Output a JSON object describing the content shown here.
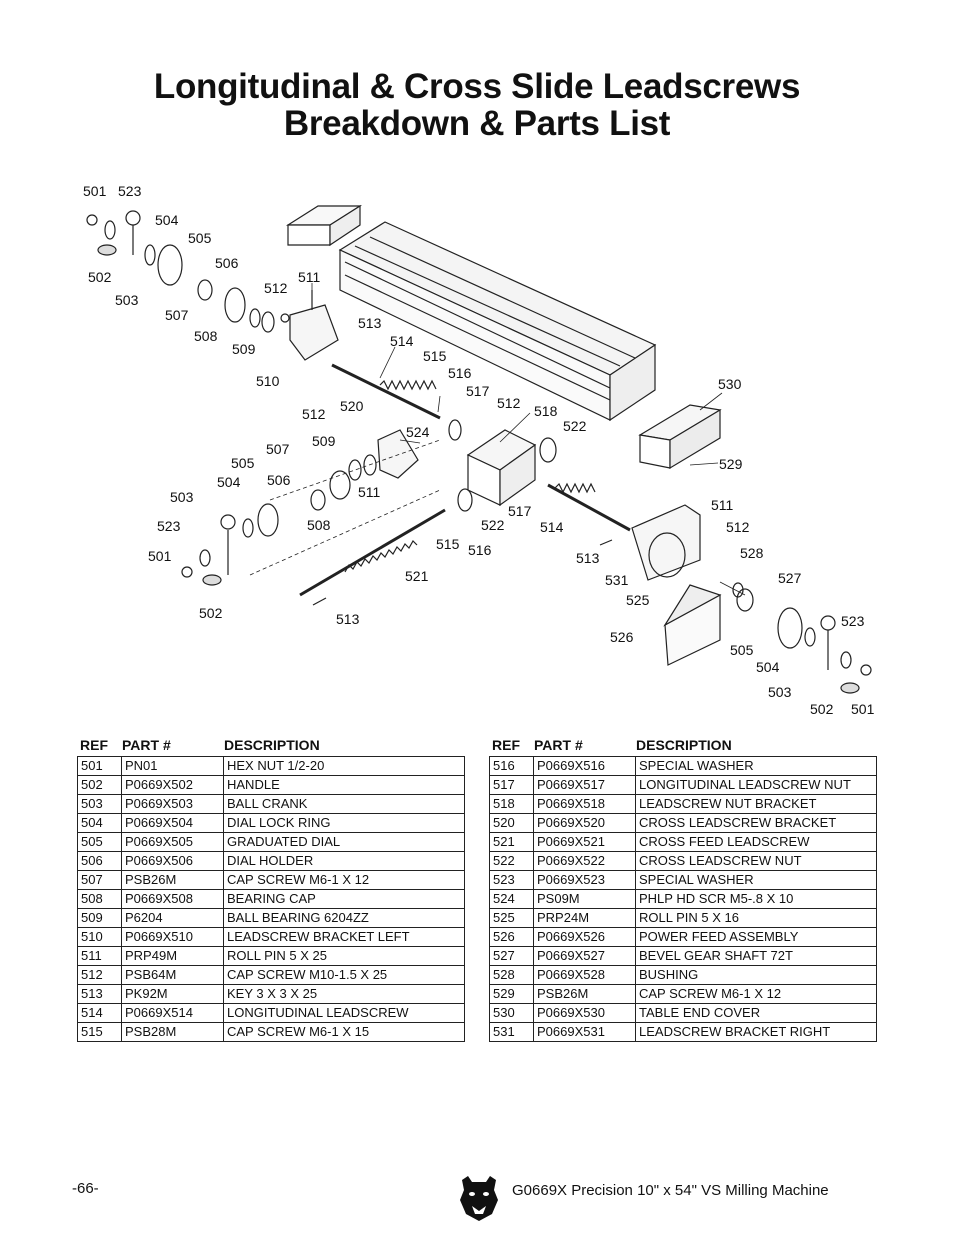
{
  "page": {
    "title_line1": "Longitudinal & Cross Slide Leadscrews",
    "title_line2": "Breakdown & Parts List",
    "page_number": "-66-",
    "footer_title": "G0669X Precision 10\" x 54\" VS Milling Machine"
  },
  "diagram_labels": [
    {
      "id": "l501a",
      "text": "501"
    },
    {
      "id": "l523a",
      "text": "523"
    },
    {
      "id": "l504a",
      "text": "504"
    },
    {
      "id": "l505a",
      "text": "505"
    },
    {
      "id": "l502a",
      "text": "502"
    },
    {
      "id": "l506a",
      "text": "506"
    },
    {
      "id": "l503a",
      "text": "503"
    },
    {
      "id": "l511a",
      "text": "511"
    },
    {
      "id": "l512a",
      "text": "512"
    },
    {
      "id": "l507a",
      "text": "507"
    },
    {
      "id": "l508a",
      "text": "508"
    },
    {
      "id": "l509a",
      "text": "509"
    },
    {
      "id": "l513a",
      "text": "513"
    },
    {
      "id": "l514a",
      "text": "514"
    },
    {
      "id": "l510a",
      "text": "510"
    },
    {
      "id": "l515a",
      "text": "515"
    },
    {
      "id": "l516a",
      "text": "516"
    },
    {
      "id": "l517a",
      "text": "517"
    },
    {
      "id": "l512b",
      "text": "512"
    },
    {
      "id": "l518a",
      "text": "518"
    },
    {
      "id": "l520a",
      "text": "520"
    },
    {
      "id": "l512c",
      "text": "512"
    },
    {
      "id": "l524a",
      "text": "524"
    },
    {
      "id": "l522a",
      "text": "522"
    },
    {
      "id": "l530a",
      "text": "530"
    },
    {
      "id": "l509b",
      "text": "509"
    },
    {
      "id": "l507b",
      "text": "507"
    },
    {
      "id": "l505b",
      "text": "505"
    },
    {
      "id": "l506b",
      "text": "506"
    },
    {
      "id": "l504b",
      "text": "504"
    },
    {
      "id": "l511b",
      "text": "511"
    },
    {
      "id": "l503b",
      "text": "503"
    },
    {
      "id": "l529a",
      "text": "529"
    },
    {
      "id": "l517b",
      "text": "517"
    },
    {
      "id": "l508b",
      "text": "508"
    },
    {
      "id": "l511c",
      "text": "511"
    },
    {
      "id": "l523b",
      "text": "523"
    },
    {
      "id": "l522b",
      "text": "522"
    },
    {
      "id": "l514b",
      "text": "514"
    },
    {
      "id": "l512d",
      "text": "512"
    },
    {
      "id": "l515b",
      "text": "515"
    },
    {
      "id": "l516b",
      "text": "516"
    },
    {
      "id": "l528a",
      "text": "528"
    },
    {
      "id": "l501b",
      "text": "501"
    },
    {
      "id": "l513b",
      "text": "513"
    },
    {
      "id": "l527a",
      "text": "527"
    },
    {
      "id": "l531a",
      "text": "531"
    },
    {
      "id": "l521a",
      "text": "521"
    },
    {
      "id": "l525a",
      "text": "525"
    },
    {
      "id": "l502b",
      "text": "502"
    },
    {
      "id": "l513c",
      "text": "513"
    },
    {
      "id": "l523c",
      "text": "523"
    },
    {
      "id": "l526a",
      "text": "526"
    },
    {
      "id": "l505c",
      "text": "505"
    },
    {
      "id": "l504c",
      "text": "504"
    },
    {
      "id": "l503c",
      "text": "503"
    },
    {
      "id": "l502c",
      "text": "502"
    },
    {
      "id": "l501c",
      "text": "501"
    }
  ],
  "table_headers": {
    "ref": "REF",
    "part": "PART #",
    "desc": "DESCRIPTION"
  },
  "parts_left": [
    {
      "ref": "501",
      "part": "PN01",
      "desc": "HEX NUT 1/2-20"
    },
    {
      "ref": "502",
      "part": "P0669X502",
      "desc": "HANDLE"
    },
    {
      "ref": "503",
      "part": "P0669X503",
      "desc": "BALL CRANK"
    },
    {
      "ref": "504",
      "part": "P0669X504",
      "desc": "DIAL LOCK RING"
    },
    {
      "ref": "505",
      "part": "P0669X505",
      "desc": "GRADUATED DIAL"
    },
    {
      "ref": "506",
      "part": "P0669X506",
      "desc": "DIAL HOLDER"
    },
    {
      "ref": "507",
      "part": "PSB26M",
      "desc": "CAP SCREW M6-1 X 12"
    },
    {
      "ref": "508",
      "part": "P0669X508",
      "desc": "BEARING CAP"
    },
    {
      "ref": "509",
      "part": "P6204",
      "desc": "BALL BEARING 6204ZZ"
    },
    {
      "ref": "510",
      "part": "P0669X510",
      "desc": "LEADSCREW BRACKET LEFT"
    },
    {
      "ref": "511",
      "part": "PRP49M",
      "desc": "ROLL PIN 5 X 25"
    },
    {
      "ref": "512",
      "part": "PSB64M",
      "desc": "CAP SCREW M10-1.5 X 25"
    },
    {
      "ref": "513",
      "part": "PK92M",
      "desc": "KEY 3 X 3 X 25"
    },
    {
      "ref": "514",
      "part": "P0669X514",
      "desc": "LONGITUDINAL LEADSCREW"
    },
    {
      "ref": "515",
      "part": "PSB28M",
      "desc": "CAP SCREW M6-1 X 15"
    }
  ],
  "parts_right": [
    {
      "ref": "516",
      "part": "P0669X516",
      "desc": "SPECIAL WASHER"
    },
    {
      "ref": "517",
      "part": "P0669X517",
      "desc": "LONGITUDINAL LEADSCREW NUT"
    },
    {
      "ref": "518",
      "part": "P0669X518",
      "desc": "LEADSCREW NUT BRACKET"
    },
    {
      "ref": "520",
      "part": "P0669X520",
      "desc": "CROSS LEADSCREW BRACKET"
    },
    {
      "ref": "521",
      "part": "P0669X521",
      "desc": "CROSS FEED LEADSCREW"
    },
    {
      "ref": "522",
      "part": "P0669X522",
      "desc": "CROSS LEADSCREW NUT"
    },
    {
      "ref": "523",
      "part": "P0669X523",
      "desc": "SPECIAL WASHER"
    },
    {
      "ref": "524",
      "part": "PS09M",
      "desc": "PHLP HD SCR M5-.8 X 10"
    },
    {
      "ref": "525",
      "part": "PRP24M",
      "desc": "ROLL PIN 5 X 16"
    },
    {
      "ref": "526",
      "part": "P0669X526",
      "desc": "POWER FEED ASSEMBLY"
    },
    {
      "ref": "527",
      "part": "P0669X527",
      "desc": "BEVEL GEAR SHAFT 72T"
    },
    {
      "ref": "528",
      "part": "P0669X528",
      "desc": "BUSHING"
    },
    {
      "ref": "529",
      "part": "PSB26M",
      "desc": "CAP SCREW M6-1 X 12"
    },
    {
      "ref": "530",
      "part": "P0669X530",
      "desc": "TABLE END COVER"
    },
    {
      "ref": "531",
      "part": "P0669X531",
      "desc": "LEADSCREW BRACKET RIGHT"
    }
  ]
}
